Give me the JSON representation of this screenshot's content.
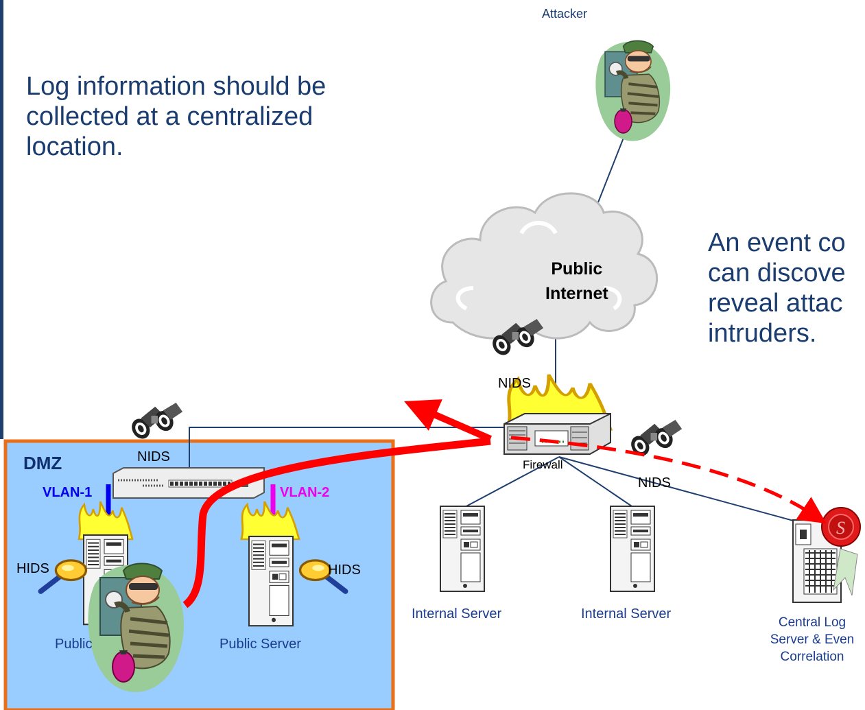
{
  "headline_left": [
    "Log information should be",
    "collected at a centralized",
    "location."
  ],
  "headline_right": [
    "An event co",
    "can discove",
    "reveal attac",
    "intruders."
  ],
  "labels": {
    "attacker": "Attacker",
    "public_internet": [
      "Public",
      "Internet"
    ],
    "dmz": "DMZ",
    "vlan1": "VLAN-1",
    "vlan2": "VLAN-2",
    "nids": "NIDS",
    "hids": "HIDS",
    "firewall": "Firewall",
    "public_server_1": "Public",
    "public_server_2": "Public Server",
    "internal_server": "Internal Server",
    "central_log": [
      "Central Log",
      "Server & Even",
      "Correlation"
    ]
  },
  "colors": {
    "slide_text": "#1a3c6e",
    "dmz_fill": "#99ccff",
    "dmz_border": "#e8701a",
    "attack_path": "#ff0000",
    "vlan1": "#0000ee",
    "vlan2": "#ee00ee",
    "link": "#1f3f6f"
  }
}
